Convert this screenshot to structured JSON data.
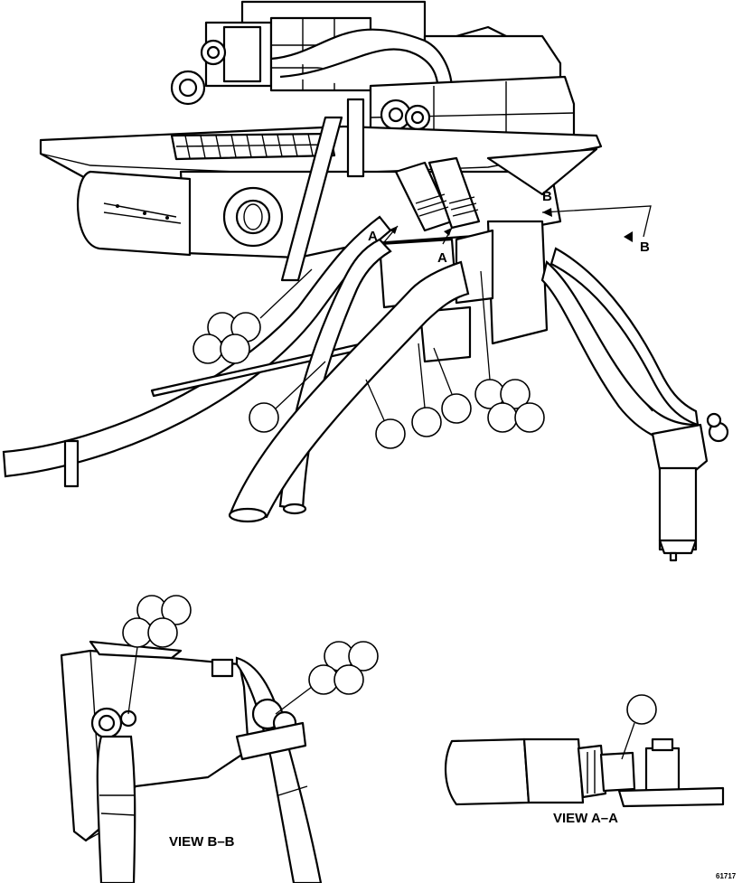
{
  "labels": {
    "view_bb": "VIEW B–B",
    "view_aa": "VIEW A–A",
    "section_a": "A",
    "section_b": "B",
    "figure_number": "61717"
  }
}
